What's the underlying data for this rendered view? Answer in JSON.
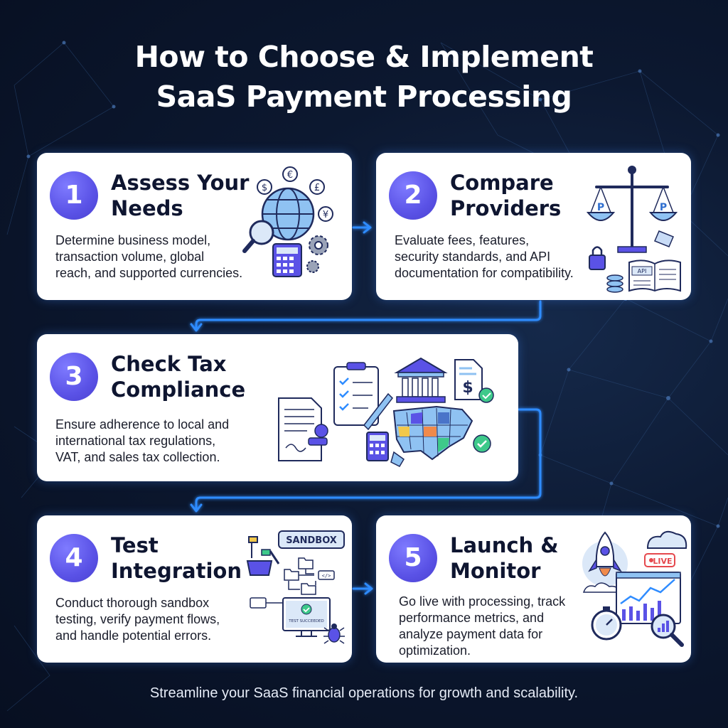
{
  "title": {
    "line1": "How to Choose & Implement",
    "line2": "SaaS Payment Processing"
  },
  "steps": [
    {
      "number": "1",
      "heading": [
        "Assess Your",
        "Needs"
      ],
      "description": [
        "Determine business model,",
        "transaction volume, global",
        "reach, and supported currencies."
      ],
      "illustration": "globe-currency-calculator-gear-icon"
    },
    {
      "number": "2",
      "heading": [
        "Compare",
        "Providers"
      ],
      "description": [
        "Evaluate fees, features,",
        "security standards, and API",
        "documentation for compatibility."
      ],
      "illustration": "balance-scale-lock-coins-api-book-icon",
      "illustration_text": "API"
    },
    {
      "number": "3",
      "heading": [
        "Check Tax",
        "Compliance"
      ],
      "description": [
        "Ensure adherence to local and",
        "international tax regulations,",
        "VAT, and sales tax collection."
      ],
      "illustration": "clipboard-government-us-map-stamp-icon"
    },
    {
      "number": "4",
      "heading": [
        "Test",
        "Integration"
      ],
      "description": [
        "Conduct thorough sandbox",
        "testing, verify payment flows,",
        "and handle potential errors."
      ],
      "illustration": "sandbox-flowchart-monitor-bug-icon",
      "illustration_text": "SANDBOX",
      "screen_text": "TEST SUCCEEDED"
    },
    {
      "number": "5",
      "heading": [
        "Launch &",
        "Monitor"
      ],
      "description": [
        "Go live with processing, track",
        "performance metrics, and",
        "analyze payment data for",
        "optimization."
      ],
      "illustration": "rocket-live-dashboard-stopwatch-icon",
      "illustration_text": "LIVE"
    }
  ],
  "footer": "Streamline your SaaS financial operations for growth and scalability.",
  "colors": {
    "background": "#0c1830",
    "number_badge": "#5a52e6",
    "connector": "#2f8cff",
    "card": "#ffffff",
    "heading_text": "#0e1530"
  }
}
